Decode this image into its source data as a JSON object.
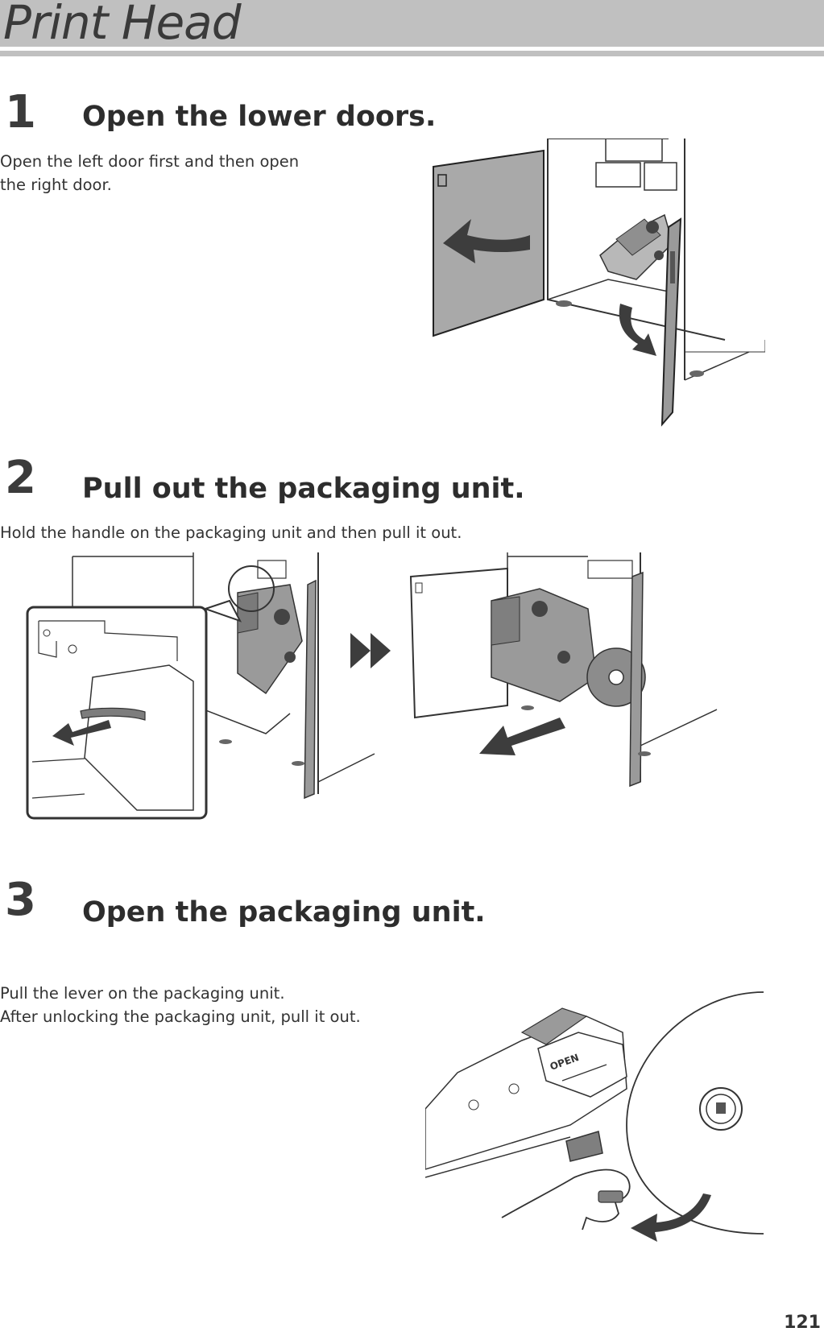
{
  "header": {
    "title": "Print Head"
  },
  "steps": [
    {
      "number": "1",
      "title": "Open the lower doors.",
      "desc_lines": [
        "Open the left door first and then open",
        "the right door."
      ]
    },
    {
      "number": "2",
      "title": "Pull out the packaging unit.",
      "desc_lines": [
        "Hold the handle on the packaging unit and then pull it out."
      ]
    },
    {
      "number": "3",
      "title": "Open the packaging unit.",
      "desc_lines": [
        "Pull the lever on the packaging unit.",
        "After unlocking the packaging unit, pull it out."
      ],
      "figure_label": "OPEN"
    }
  ],
  "footer": {
    "page_number": "121"
  },
  "colors": {
    "header_gray": "#c0c0c0",
    "arrow_dark": "#3d3d3d",
    "panel_gray": "#a9a9a9",
    "unit_gray": "#8c8c8c"
  }
}
